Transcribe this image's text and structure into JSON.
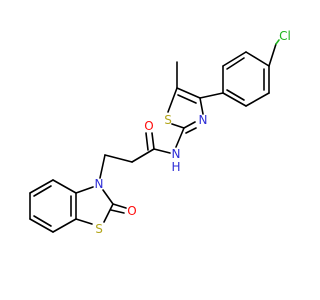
{
  "atoms": {
    "chlorine": "Cl",
    "thiazole_sulfur": "S",
    "thiazole_nitrogen": "N",
    "amide_nitrogen": "N",
    "amide_hydrogen": "H",
    "amide_oxygen": "O",
    "benzothiazole_nitrogen": "N",
    "benzothiazole_sulfur": "S",
    "ring_oxygen": "O"
  },
  "colors": {
    "carbon": "#000000",
    "oxygen": "#ff0d0d",
    "nitrogen": "#2d2dd6",
    "sulfur": "#b3a61c",
    "chlorine": "#1fb31f"
  }
}
